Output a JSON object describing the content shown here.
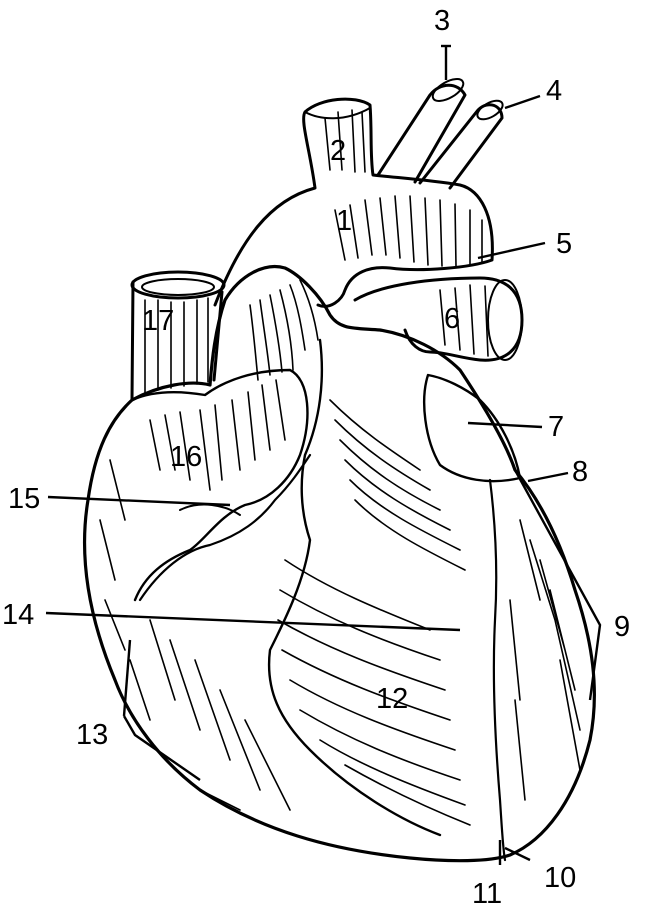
{
  "diagram": {
    "labels": {
      "l1": "1",
      "l2": "2",
      "l3": "3",
      "l4": "4",
      "l5": "5",
      "l6": "6",
      "l7": "7",
      "l8": "8",
      "l9": "9",
      "l10": "10",
      "l11": "11",
      "l12": "12",
      "l13": "13",
      "l14": "14",
      "l15": "15",
      "l16": "16",
      "l17": "17"
    }
  }
}
